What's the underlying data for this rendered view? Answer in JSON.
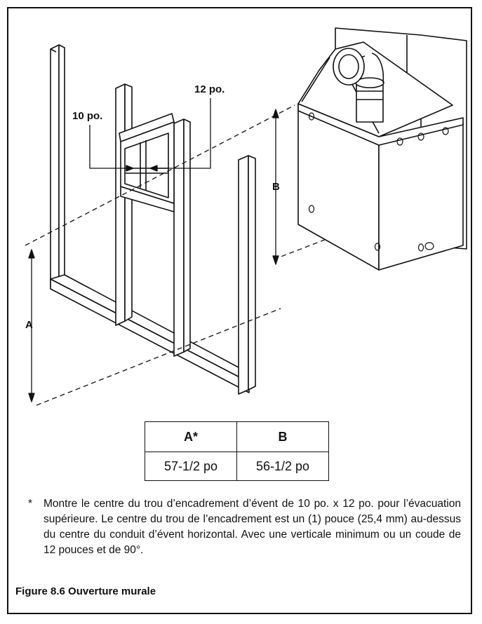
{
  "labels": {
    "ten_in": "10 po.",
    "twelve_in": "12 po.",
    "dim_a": "A",
    "dim_b": "B"
  },
  "table": {
    "headers": [
      "A*",
      "B"
    ],
    "values": [
      "57-1/2 po",
      "56-1/2 po"
    ]
  },
  "note": {
    "marker": "*",
    "text": "Montre le centre du trou d’encadrement d’évent de 10 po. x 12 po. pour l’évacuation supérieure. Le centre du trou de l’encadrement est un (1) pouce (25,4 mm) au-dessus du centre du conduit d’évent horizontal. Avec une verticale minimum ou un coude de 12 pouces et de 90°."
  },
  "caption": "Figure 8.6  Ouverture murale"
}
